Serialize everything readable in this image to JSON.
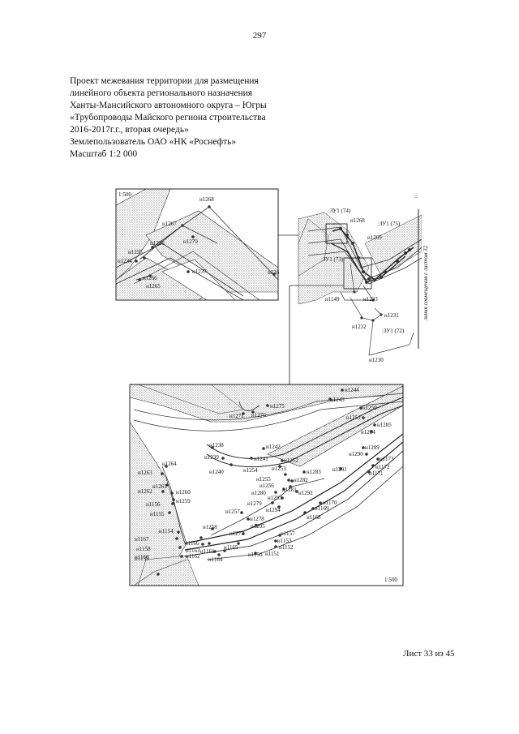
{
  "page_number": "297",
  "header_lines": [
    "Проект межевания территории для размещения",
    "линейного объекта регионального назначения",
    "Ханты-Мансийского автономного округа – Югры",
    "«Трубопроводы Майского региона строительства",
    "2016-2017г.г., вторая очередь»",
    "Землепользователь ОАО «НК «Роснефть»",
    "Масштаб 1:2 000"
  ],
  "inset_top": {
    "scale": "1:500",
    "labels": [
      "н1268",
      "н1267",
      "н1270",
      "н1236",
      "н1235",
      "н1234",
      "н1237",
      "н1266",
      "н1265",
      "н126"
    ]
  },
  "overview": {
    "labels": [
      ":ЗУ1 (74)",
      "н1268",
      ":ЗУ1 (75)",
      "н1269",
      ":ЗУ1 (73)",
      "н1149",
      "н1233",
      "н1231",
      "н1232",
      ":ЗУ1 (72)",
      "н1230"
    ],
    "side_text": "линия совмещения с листом 32",
    "corner_mark": "::"
  },
  "inset_bottom": {
    "scale": "1:500",
    "labels": [
      "н1244",
      "н1243",
      "н1275",
      "н1271",
      "н1276",
      "н1250",
      "н1251",
      "н1285",
      "н1284",
      "н1289",
      "н1290",
      "н1173",
      "н1172",
      "н1171",
      "н1238",
      "н1242",
      "н1239",
      "н1241",
      "н1240",
      "н1253",
      "н1252",
      "н1254",
      "н1283",
      "н1291",
      "н1255",
      "н1282",
      "н1256",
      "н1281",
      "н1280",
      "н1292",
      "н1293",
      "н1170",
      "н1279",
      "н1294",
      "н1169",
      "н1168",
      "н1264",
      "н1263",
      "н1261",
      "н1262",
      "н1260",
      "н1259",
      "н1156",
      "н1155",
      "н1257",
      "н1278",
      "н1295",
      "н1258",
      "н1277",
      "н1154",
      "н1157",
      "н1167",
      "н1153",
      "н1158",
      "н1166",
      "н1152",
      "н1159",
      "н1163",
      "н1165",
      "н1151",
      "н1160",
      "н1162",
      "н1161",
      "н1164",
      "н1150"
    ]
  },
  "sheet_label": "Лист 33 из 45"
}
